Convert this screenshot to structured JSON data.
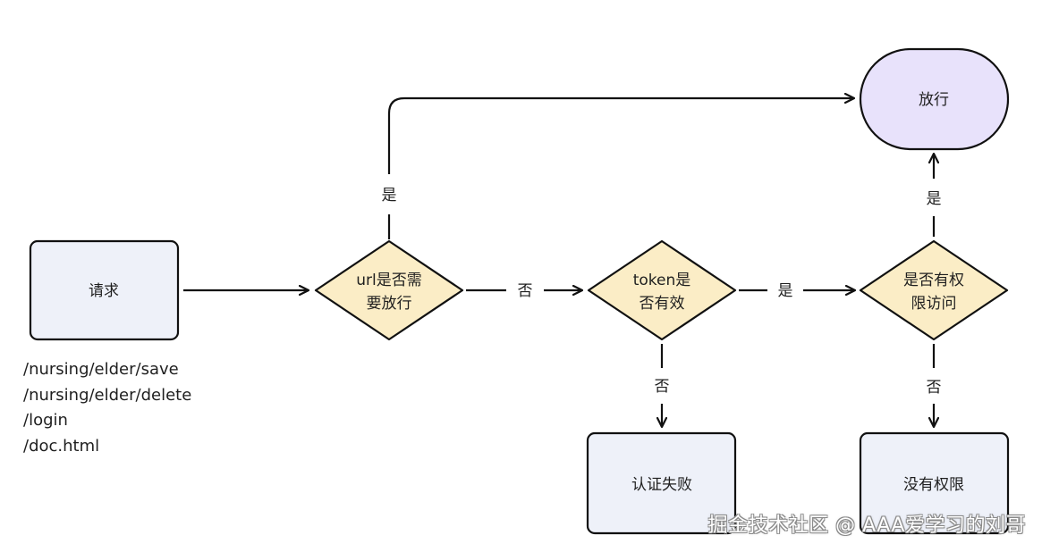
{
  "colors": {
    "stroke": "#111111",
    "box_fill": "#eef1f9",
    "decision_fill": "#fbedc6",
    "terminal_fill": "#e8e2fb"
  },
  "nodes": {
    "request": {
      "text": "请求"
    },
    "url_check": {
      "line1": "url是否需",
      "line2": "要放行"
    },
    "token_check": {
      "line1": "token是",
      "line2": "否有效"
    },
    "perm_check": {
      "line1": "是否有权",
      "line2": "限访问"
    },
    "pass": {
      "text": "放行"
    },
    "auth_fail": {
      "text": "认证失败"
    },
    "no_perm": {
      "text": "没有权限"
    }
  },
  "edges": {
    "url_yes": "是",
    "url_no": "否",
    "token_yes": "是",
    "token_no": "否",
    "perm_yes": "是",
    "perm_no": "否"
  },
  "paths": [
    "/nursing/elder/save",
    "/nursing/elder/delete",
    "/login",
    "/doc.html"
  ],
  "watermark": "掘金技术社区 @ AAA爱学习的刘哥"
}
